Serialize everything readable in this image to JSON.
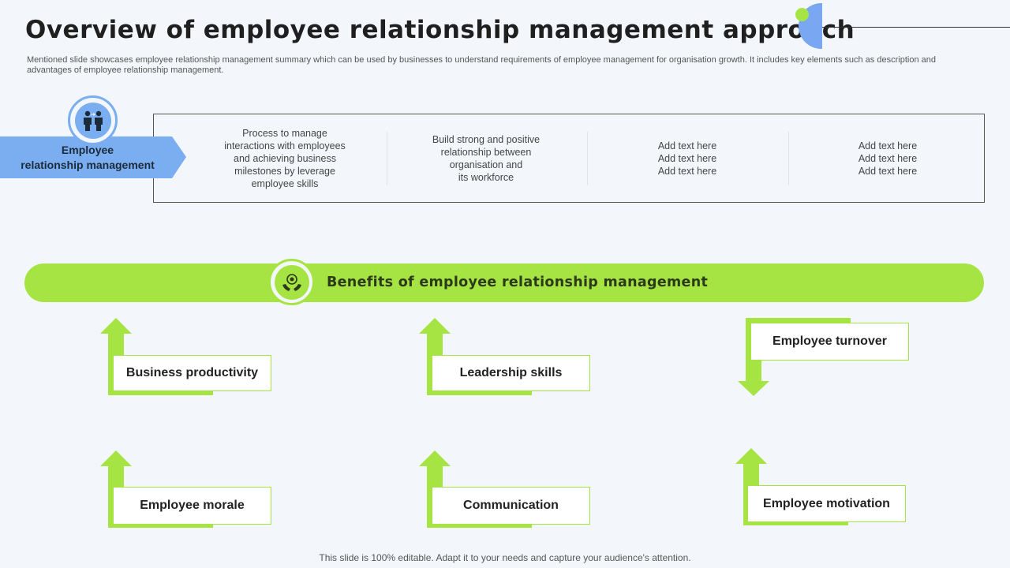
{
  "title": "Overview of employee relationship management approach",
  "subtitle": "Mentioned slide showcases employee relationship management summary which can be used by businesses to understand requirements of employee management for organisation growth. It includes key elements such as description and advantages of employee relationship management.",
  "erm": {
    "label": "Employee\nrelationship management",
    "icon": "two-people-exchange-icon",
    "columns": [
      "Process to manage\ninteractions with employees\nand achieving business\nmilestones by leverage\nemployee skills",
      "Build strong and positive\nrelationship between\norganisation and\nits workforce",
      "Add text here\nAdd text here\nAdd text here",
      "Add text here\nAdd text here\nAdd text here"
    ]
  },
  "benefits": {
    "title": "Benefits of employee relationship management",
    "icon": "hands-target-icon",
    "items": [
      {
        "label": "Business productivity",
        "direction": "up"
      },
      {
        "label": "Leadership skills",
        "direction": "up"
      },
      {
        "label": "Employee turnover",
        "direction": "down"
      },
      {
        "label": "Employee morale",
        "direction": "up"
      },
      {
        "label": "Communication",
        "direction": "up"
      },
      {
        "label": "Employee motivation",
        "direction": "up"
      }
    ]
  },
  "colors": {
    "accent_green": "#a6e444",
    "accent_blue": "#7aaef0",
    "background": "#f3f7fb"
  },
  "footer": "This slide is 100% editable. Adapt it to your needs and capture your audience's attention."
}
